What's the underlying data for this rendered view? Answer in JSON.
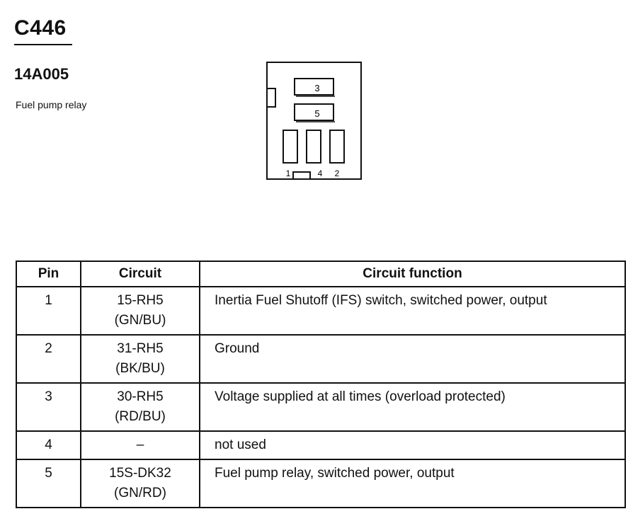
{
  "connector": {
    "id": "C446",
    "part_number": "14A005",
    "description": "Fuel pump relay",
    "diagram_pins": {
      "top1": "3",
      "top2": "5",
      "bottom_left": "1",
      "bottom_mid": "4",
      "bottom_right": "2"
    }
  },
  "table": {
    "headers": {
      "pin": "Pin",
      "circuit": "Circuit",
      "function": "Circuit function"
    },
    "rows": [
      {
        "pin": "1",
        "circuit": "15-RH5",
        "color": "(GN/BU)",
        "function": "Inertia Fuel Shutoff (IFS) switch, switched power, output"
      },
      {
        "pin": "2",
        "circuit": "31-RH5",
        "color": "(BK/BU)",
        "function": "Ground"
      },
      {
        "pin": "3",
        "circuit": "30-RH5",
        "color": "(RD/BU)",
        "function": "Voltage supplied at all times (overload protected)"
      },
      {
        "pin": "4",
        "circuit": "–",
        "color": "",
        "function": "not used"
      },
      {
        "pin": "5",
        "circuit": "15S-DK32",
        "color": "(GN/RD)",
        "function": "Fuel pump relay, switched power, output"
      }
    ]
  }
}
